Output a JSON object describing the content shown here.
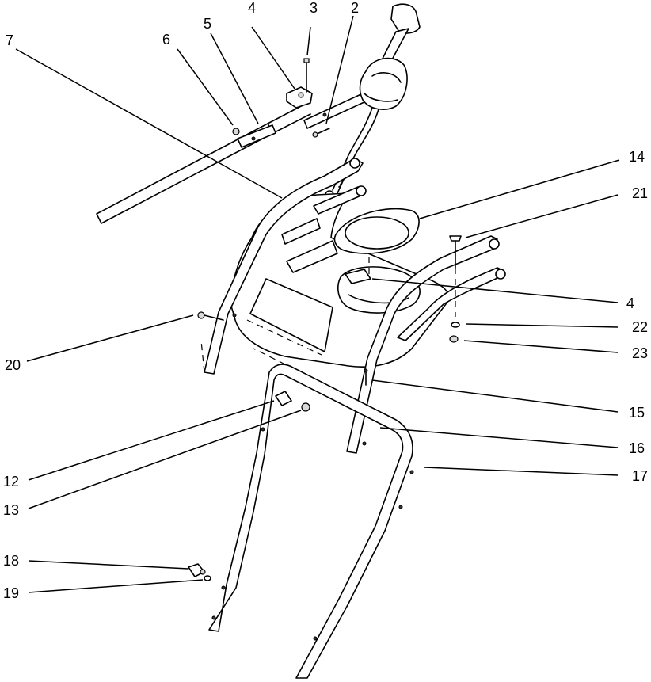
{
  "callouts": [
    "2",
    "3",
    "4",
    "5",
    "6",
    "7",
    "14",
    "21",
    "4",
    "22",
    "23",
    "20",
    "15",
    "16",
    "17",
    "12",
    "13",
    "18",
    "19"
  ]
}
